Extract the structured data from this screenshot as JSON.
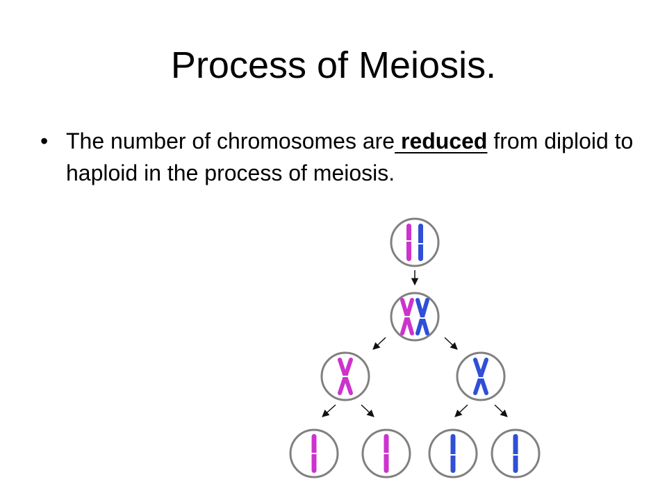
{
  "slide": {
    "title": "Process of Meiosis.",
    "bullet_symbol": "•",
    "bullet": {
      "before": "The number of chromosomes are",
      "emphasis": "reduced",
      "after": "from diploid to haploid in the process of meiosis."
    }
  },
  "colors": {
    "maternal_chromosome": "#cc33cc",
    "paternal_chromosome": "#2f4fd6",
    "cell_outline": "#808080",
    "arrow": "#111111"
  },
  "diagram": {
    "stages": [
      {
        "name": "parent-cell",
        "chromosomes": [
          "maternal",
          "paternal"
        ],
        "replicated": false
      },
      {
        "name": "replicated-cell",
        "chromosomes": [
          "maternal",
          "paternal"
        ],
        "replicated": true
      },
      {
        "name": "daughter-cell-maternal",
        "chromosomes": [
          "maternal"
        ],
        "replicated": true
      },
      {
        "name": "daughter-cell-paternal",
        "chromosomes": [
          "paternal"
        ],
        "replicated": true
      },
      {
        "name": "gamete-maternal-1",
        "chromosomes": [
          "maternal"
        ],
        "replicated": false
      },
      {
        "name": "gamete-maternal-2",
        "chromosomes": [
          "maternal"
        ],
        "replicated": false
      },
      {
        "name": "gamete-paternal-1",
        "chromosomes": [
          "paternal"
        ],
        "replicated": false
      },
      {
        "name": "gamete-paternal-2",
        "chromosomes": [
          "paternal"
        ],
        "replicated": false
      }
    ]
  }
}
